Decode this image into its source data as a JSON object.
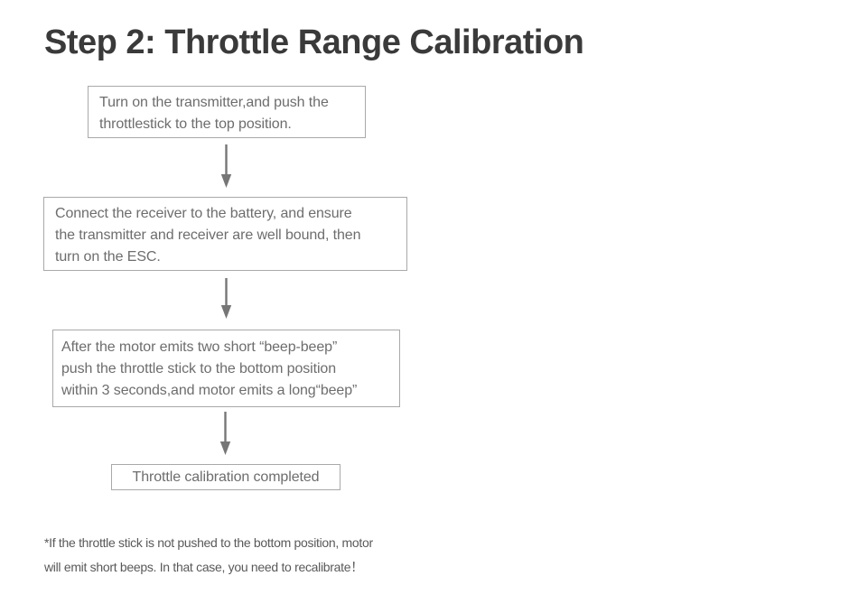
{
  "title": "Step 2: Throttle Range Calibration",
  "flowchart": {
    "boxes": [
      {
        "name": "turn-on-transmitter",
        "lines": [
          "Turn on the transmitter,and push the",
          "throttlestick to the top position."
        ]
      },
      {
        "name": "connect-receiver",
        "lines": [
          "Connect the receiver to the battery, and ensure",
          "the transmitter and receiver are well bound, then",
          "turn on the ESC."
        ]
      },
      {
        "name": "push-throttle-bottom",
        "lines": [
          "After the motor emits two short “beep-beep”",
          "push the throttle stick to the bottom position",
          "within 3 seconds,and motor emits a long“beep”"
        ]
      },
      {
        "name": "calibration-completed",
        "lines": [
          "Throttle calibration completed"
        ]
      }
    ],
    "arrow_icon": "down-arrow"
  },
  "footnote": {
    "lines": [
      "*If the throttle stick is not pushed to the bottom position, motor",
      "will emit short beeps. In that case, you need to recalibrate！"
    ]
  },
  "colors": {
    "title": "#3a3a3a",
    "box_text": "#6d6d6d",
    "box_border": "#a9a9a9",
    "arrow": "#767676",
    "footnote": "#595959",
    "page_bg": "#ffffff"
  }
}
